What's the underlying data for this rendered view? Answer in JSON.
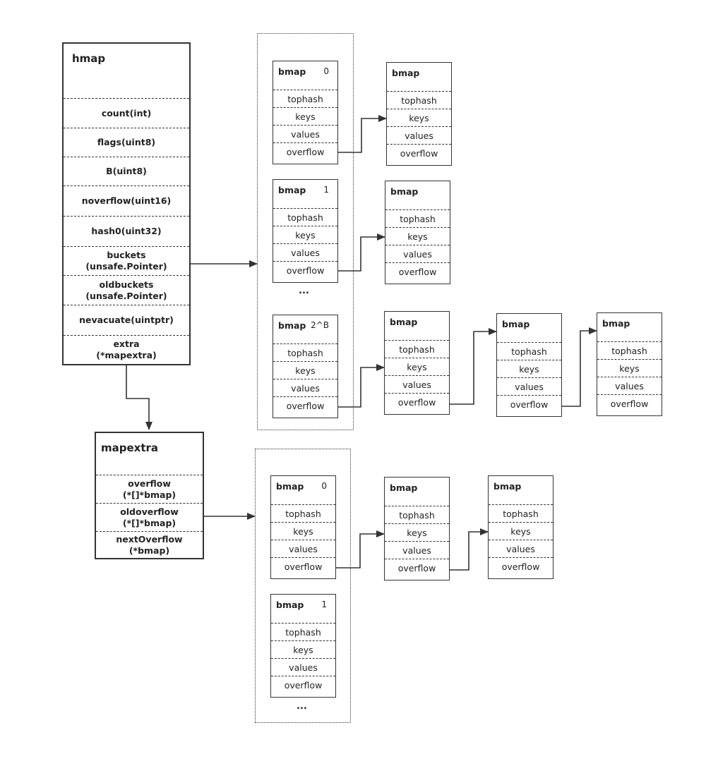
{
  "hmap": {
    "title": "hmap",
    "fields": [
      "count(int)",
      "flags(uint8)",
      "B(uint8)",
      "noverflow(uint16)",
      "hash0(uint32)",
      "buckets\n(unsafe.Pointer)",
      "oldbuckets\n(unsafe.Pointer)",
      "nevacuate(uintptr)",
      "extra\n(*mapextra)"
    ]
  },
  "mapextra": {
    "title": "mapextra",
    "fields": [
      "overflow\n(*[]*bmap)",
      "oldoverflow\n(*[]*bmap)",
      "nextOverflow\n(*bmap)"
    ]
  },
  "bmap": {
    "title": "bmap",
    "fields": [
      "tophash",
      "keys",
      "values",
      "overflow"
    ]
  },
  "buckets": {
    "indices": [
      "0",
      "1",
      "2^B"
    ],
    "ellipsis": "..."
  },
  "oldbuckets": {
    "indices": [
      "0",
      "1"
    ],
    "ellipsis": "..."
  }
}
